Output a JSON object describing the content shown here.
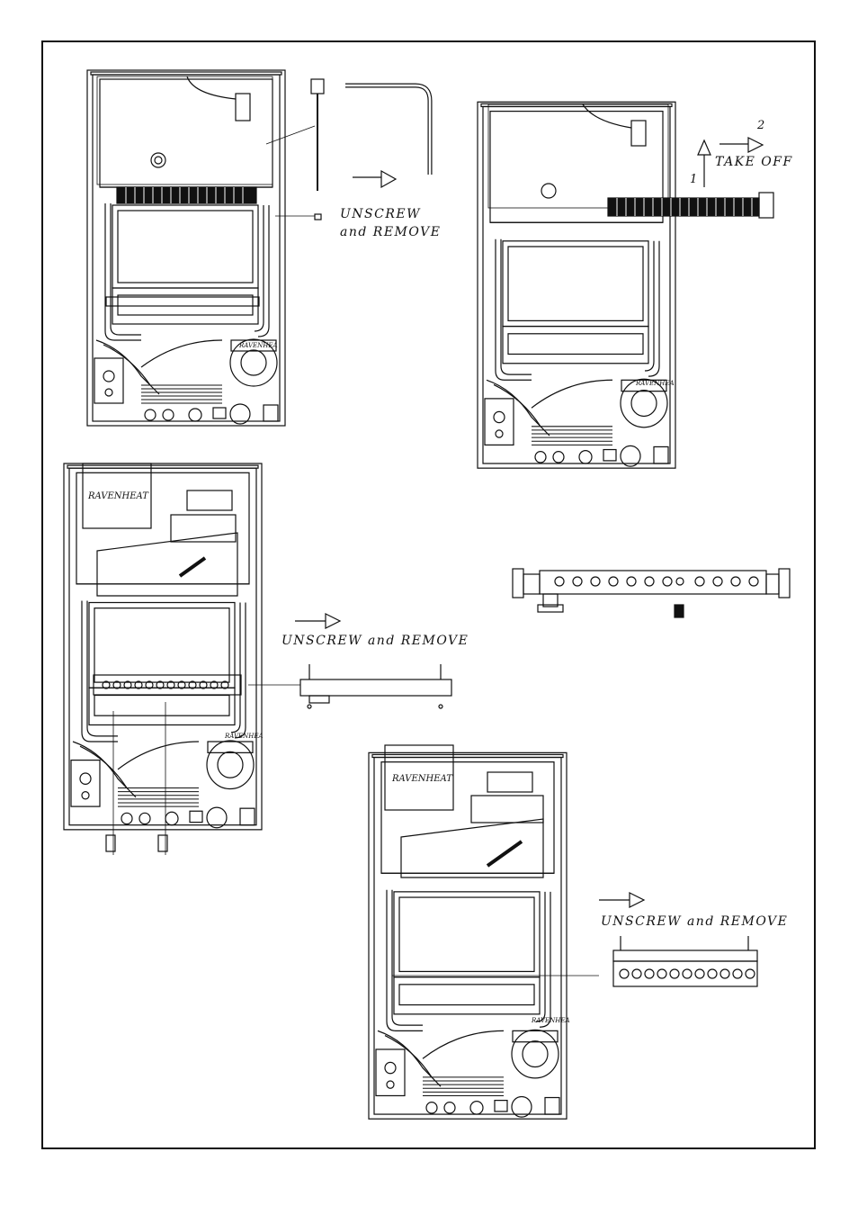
{
  "labels": {
    "step1_line1": "UNSCREW",
    "step1_line2": "and REMOVE",
    "take_off": "TAKE OFF",
    "step_num_1": "1",
    "step_num_2": "2",
    "step3": "UNSCREW and REMOVE",
    "step4": "UNSCREW and REMOVE"
  },
  "brand": {
    "name": "RAVENHEAT",
    "fan_label": "RAVENHEA"
  }
}
